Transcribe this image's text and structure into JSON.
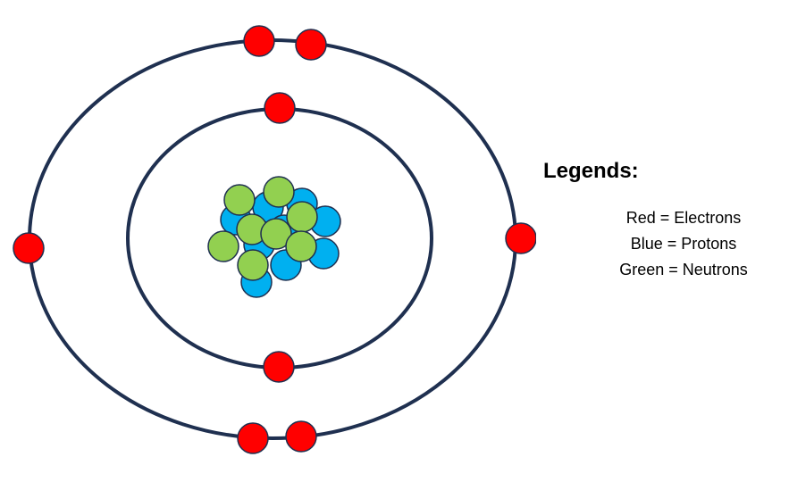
{
  "legend": {
    "title": "Legends:",
    "items": [
      {
        "label": "Red = Electrons",
        "particle": "electron",
        "color": "#ff0000"
      },
      {
        "label": "Blue = Protons",
        "particle": "proton",
        "color": "#00b0f0"
      },
      {
        "label": "Green = Neutrons",
        "particle": "neutron",
        "color": "#92d050"
      }
    ]
  },
  "atom": {
    "shells": [
      {
        "shell": "inner",
        "electron_count": 2
      },
      {
        "shell": "outer",
        "electron_count": 6
      }
    ],
    "nucleus": {
      "proton_count": 9,
      "neutron_count": 8
    },
    "colors": {
      "orbit": "#1f3050",
      "electron": "#ff0000",
      "proton": "#00b0f0",
      "neutron": "#92d050",
      "particle_outline": "#1f3050"
    }
  }
}
